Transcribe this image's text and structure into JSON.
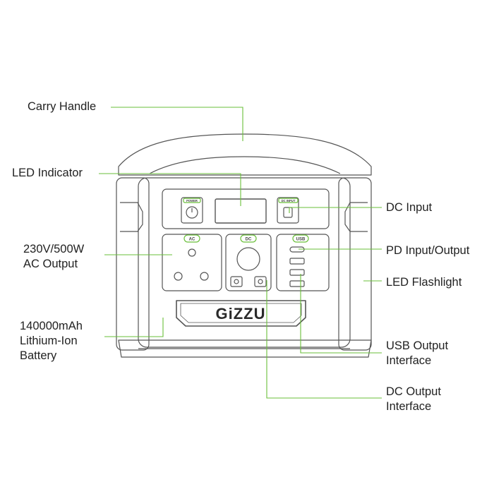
{
  "colors": {
    "accent": "#6abf3a",
    "outline": "#555555",
    "text": "#222222"
  },
  "brand": {
    "logo_text": "GiZZU"
  },
  "panel": {
    "power_label": "POWER",
    "dc_input_label": "DC INPUT",
    "ac_label": "AC",
    "dc_label": "DC",
    "usb_label": "USB"
  },
  "labels": {
    "carry_handle": "Carry Handle",
    "led_indicator": "LED Indicator",
    "ac_output": "230V/500W\nAC Output",
    "battery": "140000mAh\nLithium-Ion\nBattery",
    "dc_input": "DC Input",
    "pd_io": "PD Input/Output",
    "led_flashlight": "LED Flashlight",
    "usb_output": "USB Output\nInterface",
    "dc_output": "DC Output\nInterface"
  }
}
